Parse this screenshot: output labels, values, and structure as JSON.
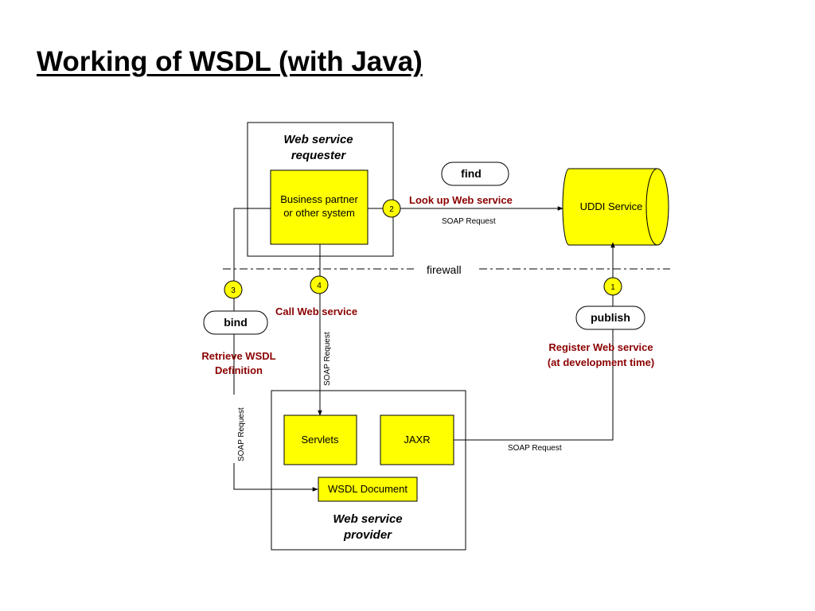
{
  "title": "Working of WSDL (with Java)",
  "requester": {
    "heading_line1": "Web service",
    "heading_line2": "requester",
    "inner_line1": "Business partner",
    "inner_line2": "or other system"
  },
  "provider": {
    "heading_line1": "Web service",
    "heading_line2": "provider",
    "servlets": "Servlets",
    "jaxr": "JAXR",
    "wsdl_doc": "WSDL Document"
  },
  "uddi": {
    "label": "UDDI Service"
  },
  "firewall": {
    "label": "firewall"
  },
  "steps": {
    "find": {
      "pill": "find",
      "number": "2",
      "label": "Look up Web service",
      "soap": "SOAP Request"
    },
    "publish": {
      "pill": "publish",
      "number": "1",
      "label_line1": "Register Web service",
      "label_line2": "(at development time)",
      "soap": "SOAP Request"
    },
    "bind": {
      "pill": "bind",
      "number": "3",
      "label_line1": "Retrieve WSDL",
      "label_line2": "Definition",
      "soap": "SOAP Request"
    },
    "call": {
      "number": "4",
      "label": "Call Web service",
      "soap": "SOAP Request"
    }
  },
  "colors": {
    "box_fill": "#ffff00",
    "label_red": "#8b0000"
  }
}
